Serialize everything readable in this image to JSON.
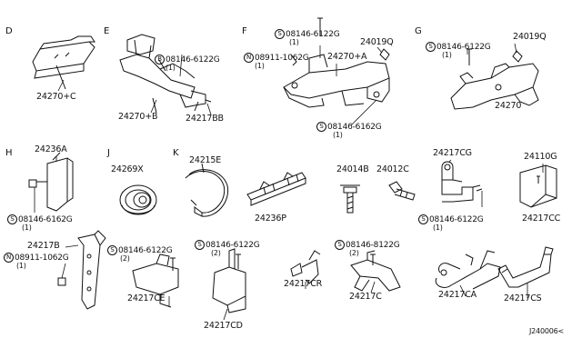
{
  "sections": [
    "D",
    "E",
    "F",
    "G",
    "H",
    "J",
    "K"
  ],
  "labels": {
    "d_part": "24270+C",
    "e_note": "08146-6122G",
    "e_qty": "(1)",
    "e_part_b": "24270+B",
    "e_part_bb": "24217BB",
    "f_note1": "08146-6122G",
    "f_note1_qty": "(1)",
    "f_q": "24019Q",
    "f_note2": "08911-1062G",
    "f_note2_qty": "(1)",
    "f_part_a": "24270+A",
    "f_note3": "08146-6162G",
    "f_note3_qty": "(1)",
    "g_note": "08146-6122G",
    "g_qty": "(1)",
    "g_q": "24019Q",
    "g_part": "24270",
    "h_part": "24236A",
    "h_note": "08146-6162G",
    "h_qty": "(1)",
    "j_part": "24269X",
    "k_part": "24215E",
    "p_part": "24236P",
    "b14": "24014B",
    "c12": "24012C",
    "cg": "24217CG",
    "cg_note": "08146-6122G",
    "cg_qty": "(1)",
    "g110": "24110G",
    "cc": "24217CC",
    "b217": "24217B",
    "b217_note": "08911-1062G",
    "b217_qty": "(1)",
    "ce_note": "08146-6122G",
    "ce_qty": "(2)",
    "ce": "24217CE",
    "cd_note": "08146-6122G",
    "cd_qty": "(2)",
    "cd": "24217CD",
    "cr": "24217CR",
    "c_note": "08146-8122G",
    "c_qty": "(2)",
    "c": "24217C",
    "ca": "24217CA",
    "cs": "24217CS",
    "ref": "J240006<"
  },
  "markers": {
    "s": "S",
    "b": "B",
    "n": "N"
  }
}
